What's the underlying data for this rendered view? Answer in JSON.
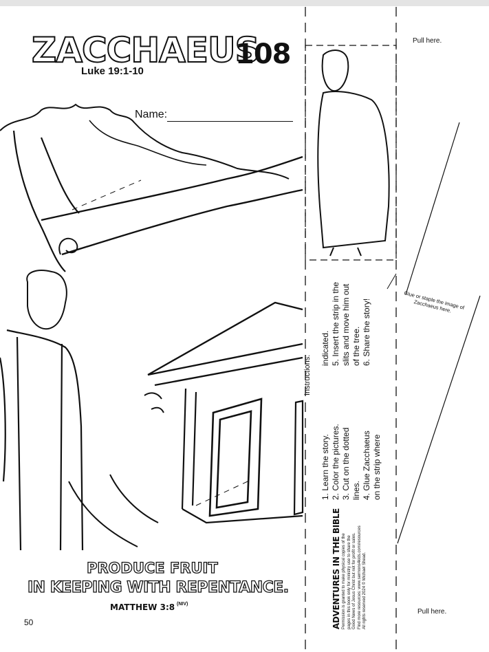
{
  "header": {
    "title": "ZACCHAEUS",
    "reference": "Luke 19:1-10",
    "lesson_number": "108",
    "name_label": "Name:"
  },
  "verse": {
    "line1": "PRODUCE FRUIT",
    "line2": "IN KEEPING WITH REPENTANCE.",
    "reference": "MATTHEW 3:8",
    "version": "(NIV)"
  },
  "page_number": "50",
  "pull_top": "Pull here.",
  "pull_bottom": "Pull here.",
  "glue_text": "Glue or staple the image of Zacchaeus here.",
  "instructions": {
    "title": "Instructions:",
    "col1": [
      "1. Learn the story.",
      "2. Color the pictures.",
      "3. Cut on the dotted",
      "lines.",
      "4. Glue Zacchaeus",
      "on the strip where"
    ],
    "col2": [
      "indicated.",
      "5. Insert the strip in the",
      "slits and move him out",
      "of the tree.",
      "6. Share the story!"
    ]
  },
  "brand": {
    "name": "ADVENTURES IN THE BIBLE",
    "permission": [
      "Permission is granted to make physical copies of the",
      "pages in this book only for ministry use to share the",
      "Good News of Jesus Christ but not for profit or sales.",
      "Find more resources: www.sermons4kids.com/resources",
      "All rights reserved 2024 © Michael Shead."
    ]
  }
}
